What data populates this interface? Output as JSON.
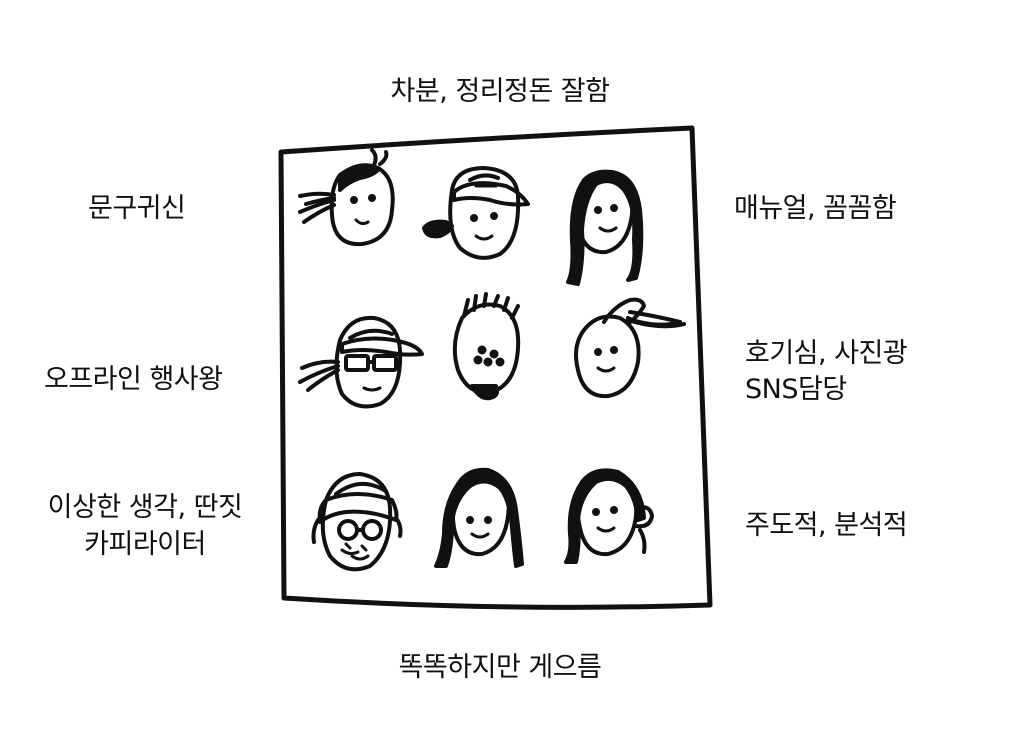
{
  "labels": {
    "top": "차분, 정리정돈 잘함",
    "bottom": "똑똑하지만 게으름",
    "left_top": "문구귀신",
    "left_middle": "오프라인 행사왕",
    "left_bottom_line1": "이상한 생각, 딴짓",
    "left_bottom_line2": "카피라이터",
    "right_top": "매뉴얼, 꼼꼼함",
    "right_middle_line1": "호기심, 사진광",
    "right_middle_line2": "SNS담당",
    "right_bottom": "주도적, 분석적"
  },
  "colors": {
    "ink": "#111111",
    "background": "#ffffff"
  }
}
